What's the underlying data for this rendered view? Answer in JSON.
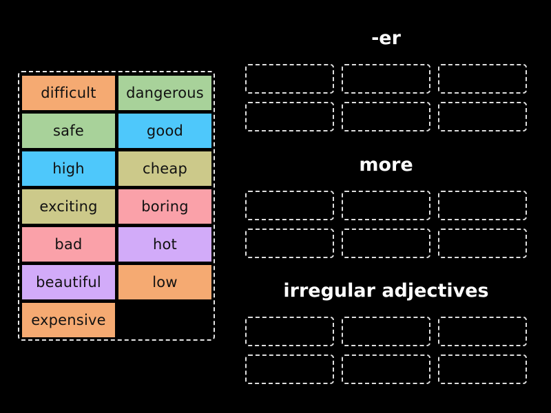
{
  "colors": {
    "orange": "#F5AA72",
    "green": "#A8D29A",
    "blue": "#4EC8FB",
    "olive": "#CCC98A",
    "pink": "#FAA1A9",
    "lavender": "#D2ABF9",
    "background": "#000000"
  },
  "word_bank": {
    "tiles": [
      {
        "label": "difficult",
        "color": "#F5AA72"
      },
      {
        "label": "dangerous",
        "color": "#A8D29A"
      },
      {
        "label": "safe",
        "color": "#A8D29A"
      },
      {
        "label": "good",
        "color": "#4EC8FB"
      },
      {
        "label": "high",
        "color": "#4EC8FB"
      },
      {
        "label": "cheap",
        "color": "#CCC98A"
      },
      {
        "label": "exciting",
        "color": "#CCC98A"
      },
      {
        "label": "boring",
        "color": "#FAA1A9"
      },
      {
        "label": "bad",
        "color": "#FAA1A9"
      },
      {
        "label": "hot",
        "color": "#D2ABF9"
      },
      {
        "label": "beautiful",
        "color": "#D2ABF9"
      },
      {
        "label": "low",
        "color": "#F5AA72"
      },
      {
        "label": "expensive",
        "color": "#F5AA72"
      }
    ]
  },
  "groups": [
    {
      "title": "-er",
      "slots": 6
    },
    {
      "title": "more",
      "slots": 6
    },
    {
      "title": "irregular adjectives",
      "slots": 6
    }
  ]
}
